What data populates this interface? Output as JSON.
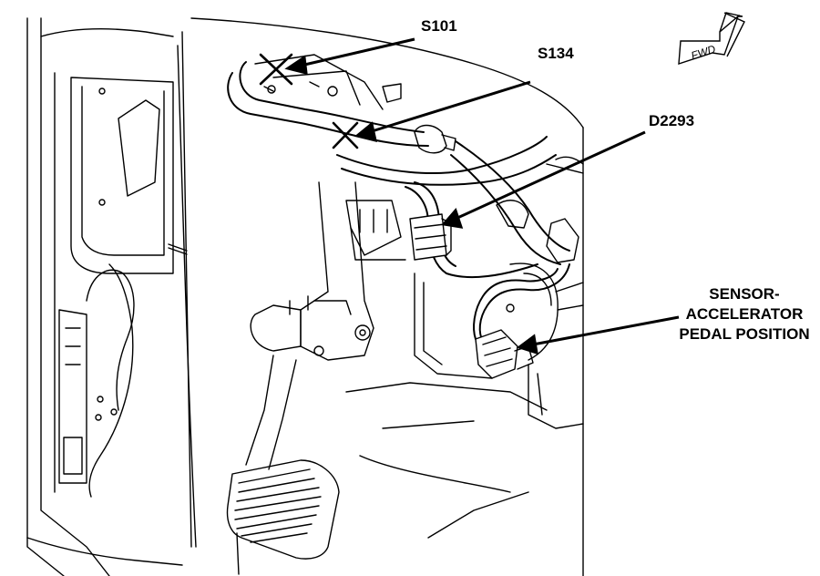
{
  "labels": {
    "s101": "S101",
    "s134": "S134",
    "d2293": "D2293",
    "sensor_line1": "SENSOR-",
    "sensor_line2": "ACCELERATOR",
    "sensor_line3": "PEDAL POSITION"
  },
  "fwd_indicator": {
    "text": "FWD",
    "icon": "forward-arrow-icon"
  },
  "markers": {
    "s101": "x-mark-icon",
    "s134": "x-mark-icon"
  },
  "colors": {
    "line": "#000000",
    "background": "#ffffff"
  }
}
